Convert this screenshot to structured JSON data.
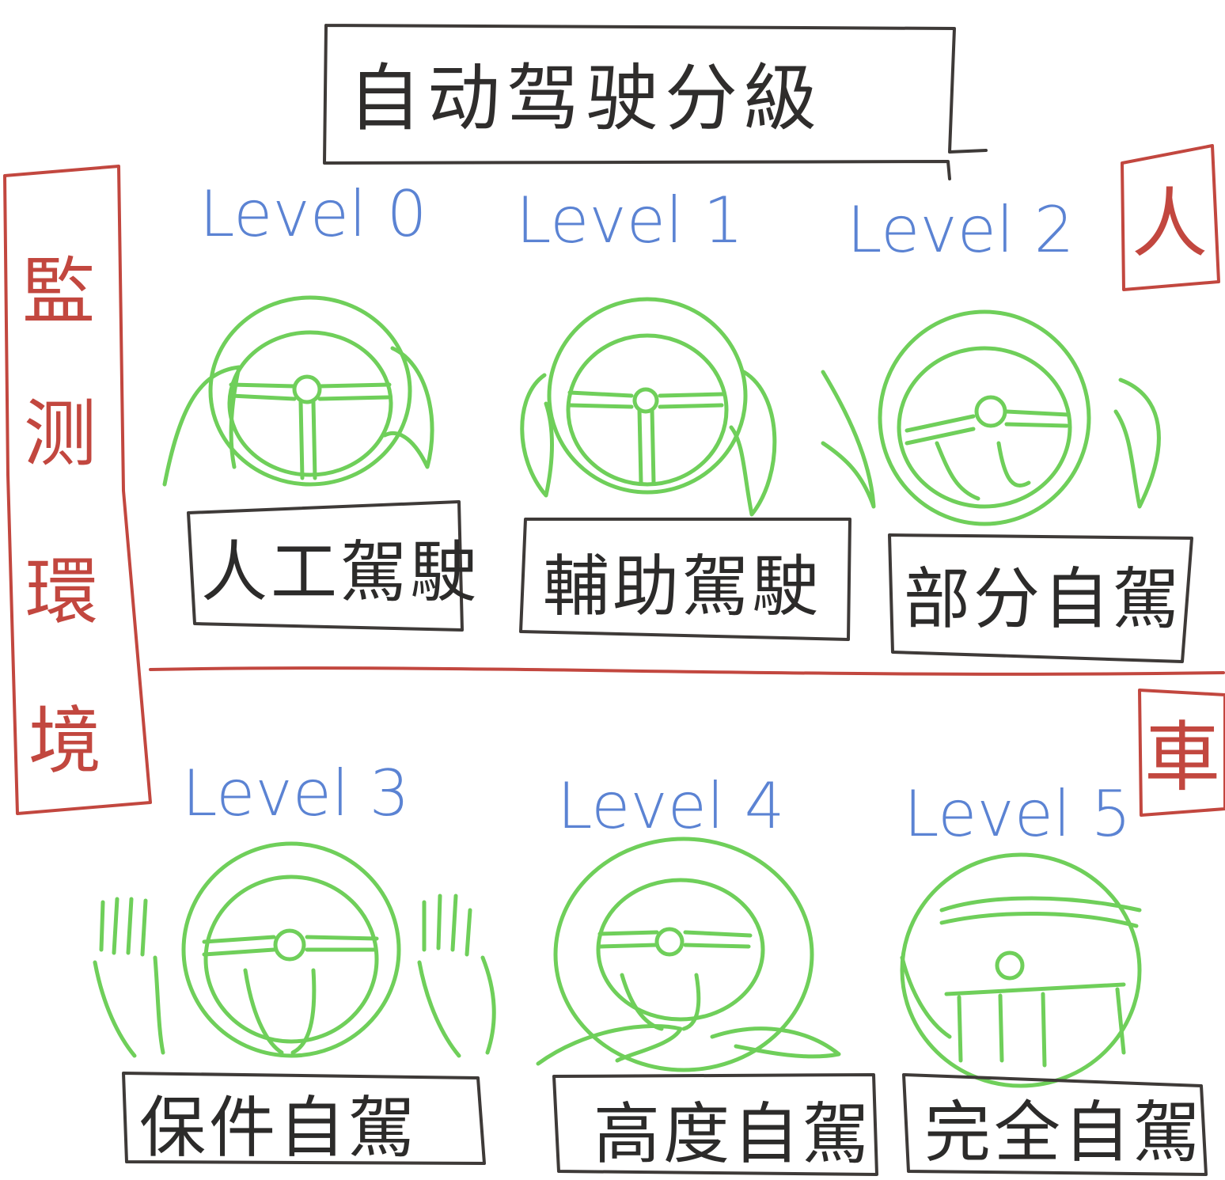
{
  "title": "自动驾驶分級",
  "side_label": {
    "chars": [
      "監",
      "测",
      "環",
      "境"
    ]
  },
  "tags": {
    "human": "人",
    "car": "車"
  },
  "levels": [
    {
      "level": "Level 0",
      "label": "人工駕駛"
    },
    {
      "level": "Level 1",
      "label": "輔助駕駛"
    },
    {
      "level": "Level 2",
      "label": "部分自駕"
    },
    {
      "level": "Level 3",
      "label": "保件自駕"
    },
    {
      "level": "Level 4",
      "label": "高度自駕"
    },
    {
      "level": "Level 5",
      "label": "完全自駕"
    }
  ],
  "colors": {
    "ink": "#3e3a38",
    "red": "#c2473f",
    "blue": "#5b83d3",
    "green": "#6fcf5a"
  },
  "icons": [
    "steering-wheel-icon",
    "hands-on-wheel-icon",
    "hands-raised-icon"
  ]
}
